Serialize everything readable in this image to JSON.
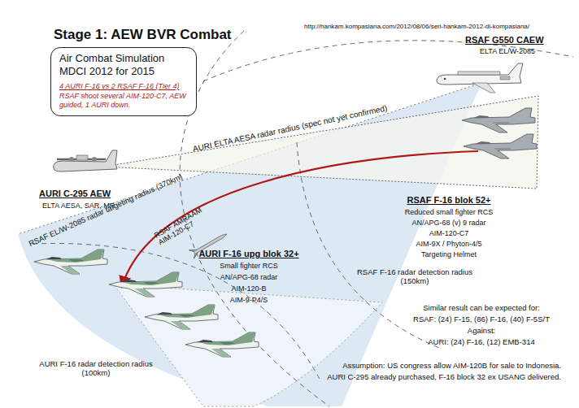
{
  "diagram": {
    "title": "Stage 1: AEW BVR Combat",
    "nodes": [
      {
        "text": [
          "Air Combat Simulation MDCI 2012 for 2015",
          "4 AURI F-16 vs 2 RSAF F-16 (Tier 4)",
          "RSAF shoot several AIM-120-C7, AEW guided, 1 AURI down."
        ]
      }
    ],
    "labels": [
      "http://hankam.kompasiana.com/2012/08/06/seri-hankam-2012-di-kompasiana/",
      "RSAF G550 CAEW",
      "ELTA EL/W-2085",
      "AURI ELTA AESA radar radius (spec not yet confirmed)",
      "AURI C-295 AEW",
      "ELTA AESA, SAR, MR",
      "RSAF EL/W-2085 radar targeting radius (370km)",
      "RSAF AMRAAM AIM-120-C7",
      "RSAF F-16 blok 52+",
      "Reduced small fighter RCS",
      "AN/APG-68 (v) 9 radar",
      "AIM-120-C7",
      "AIM-9X / Phyton-4/5",
      "Targeting Helmet",
      "AURI F-16 upg blok 32+",
      "Small fighter RCS",
      "AN/APG-68 radar",
      "AIM-120-B",
      "AIM-9-P4/S",
      "RSAF F-16 radar detection radius (150km)",
      "Similar result can be expected for:",
      "RSAF: (24) F-15, (86) F-16, (40) F-5S/T",
      "Against:",
      "AURI: (24) F-16, (12) EMB-314",
      "AURI F-16 radar detection radius (100km)",
      "Assumption: US congress allow AIM-120B for sale to Indonesia.",
      "AURI C-295 already purchased, F-16 block 32 ex USANG delivered."
    ]
  }
}
